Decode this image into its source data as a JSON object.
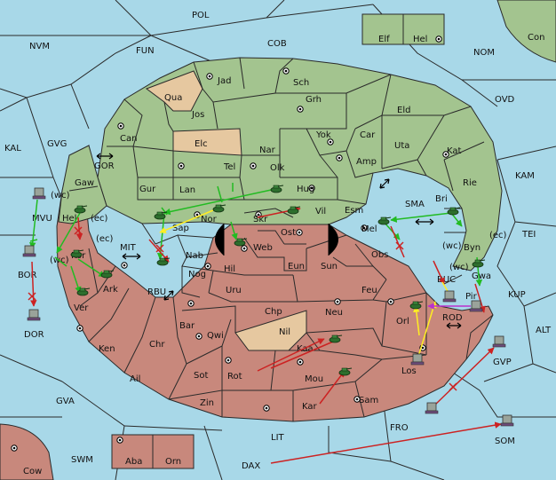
{
  "colors": {
    "sea": "#a8d8e8",
    "north_land": "#a3c48f",
    "south_land": "#c8887c",
    "neutral": "#e6c8a0",
    "border": "#2a2a2a",
    "move_green": "#22bb22",
    "move_red": "#cc2222",
    "move_yellow": "#ffee22",
    "move_purple": "#bb33cc"
  },
  "seas": [
    {
      "label": "POL"
    },
    {
      "label": "COB"
    },
    {
      "label": "FUN"
    },
    {
      "label": "NVM"
    },
    {
      "label": "NOM"
    },
    {
      "label": "OVD"
    },
    {
      "label": "KAL"
    },
    {
      "label": "GVG"
    },
    {
      "label": "GOR"
    },
    {
      "label": "KAM"
    },
    {
      "label": "TEI"
    },
    {
      "label": "SMA"
    },
    {
      "label": "MIT"
    },
    {
      "label": "RBU"
    },
    {
      "label": "KUP"
    },
    {
      "label": "ALT"
    },
    {
      "label": "ROD"
    },
    {
      "label": "GVP"
    },
    {
      "label": "GVA"
    },
    {
      "label": "FRO"
    },
    {
      "label": "LIT"
    },
    {
      "label": "SWM"
    },
    {
      "label": "DAX"
    },
    {
      "label": "SOM"
    },
    {
      "label": "BOR"
    },
    {
      "label": "DOR"
    },
    {
      "label": "MVU"
    },
    {
      "label": "BUC"
    }
  ],
  "north_provinces": [
    {
      "label": "Jad"
    },
    {
      "label": "Sch"
    },
    {
      "label": "Jos"
    },
    {
      "label": "Grh"
    },
    {
      "label": "Eld"
    },
    {
      "label": "Can"
    },
    {
      "label": "Yok"
    },
    {
      "label": "Car"
    },
    {
      "label": "Uta"
    },
    {
      "label": "Nar"
    },
    {
      "label": "Kat"
    },
    {
      "label": "Tel"
    },
    {
      "label": "Olk"
    },
    {
      "label": "Amp"
    },
    {
      "label": "Gur"
    },
    {
      "label": "Lan"
    },
    {
      "label": "Hug"
    },
    {
      "label": "Rie"
    },
    {
      "label": "Gaw"
    },
    {
      "label": "Bri"
    },
    {
      "label": "Esm"
    },
    {
      "label": "Hel"
    },
    {
      "label": "Byn"
    },
    {
      "label": "Gwa"
    }
  ],
  "neutral_provinces": [
    {
      "label": "Qua"
    },
    {
      "label": "Elc"
    },
    {
      "label": "Nil"
    }
  ],
  "south_provinces": [
    {
      "label": "Vil"
    },
    {
      "label": "Sap"
    },
    {
      "label": "Nor"
    },
    {
      "label": "Skr"
    },
    {
      "label": "Ost"
    },
    {
      "label": "Web"
    },
    {
      "label": "Mel"
    },
    {
      "label": "Kor"
    },
    {
      "label": "Nab"
    },
    {
      "label": "Eun"
    },
    {
      "label": "Sun"
    },
    {
      "label": "Obs"
    },
    {
      "label": "Hil"
    },
    {
      "label": "Ark"
    },
    {
      "label": "Nog"
    },
    {
      "label": "Uru"
    },
    {
      "label": "Feu"
    },
    {
      "label": "Ver"
    },
    {
      "label": "Pir"
    },
    {
      "label": "Chp"
    },
    {
      "label": "Neu"
    },
    {
      "label": "Orl"
    },
    {
      "label": "Bar"
    },
    {
      "label": "Qwi"
    },
    {
      "label": "Ken"
    },
    {
      "label": "Chr"
    },
    {
      "label": "Kaa"
    },
    {
      "label": "Los"
    },
    {
      "label": "Rot"
    },
    {
      "label": "Sot"
    },
    {
      "label": "Ail"
    },
    {
      "label": "Mou"
    },
    {
      "label": "Sam"
    },
    {
      "label": "Zin"
    },
    {
      "label": "Kar"
    }
  ],
  "islands": [
    {
      "label": "Elf"
    },
    {
      "label": "Hel"
    },
    {
      "label": "Con"
    },
    {
      "label": "Aba"
    },
    {
      "label": "Orn"
    },
    {
      "label": "Cow"
    }
  ],
  "coast_tags": [
    {
      "label": "(wc)"
    },
    {
      "label": "(ec)"
    },
    {
      "label": "(ec)"
    },
    {
      "label": "(wc)"
    },
    {
      "label": "(wc)"
    },
    {
      "label": "(ec)"
    },
    {
      "label": "(wc)"
    }
  ]
}
